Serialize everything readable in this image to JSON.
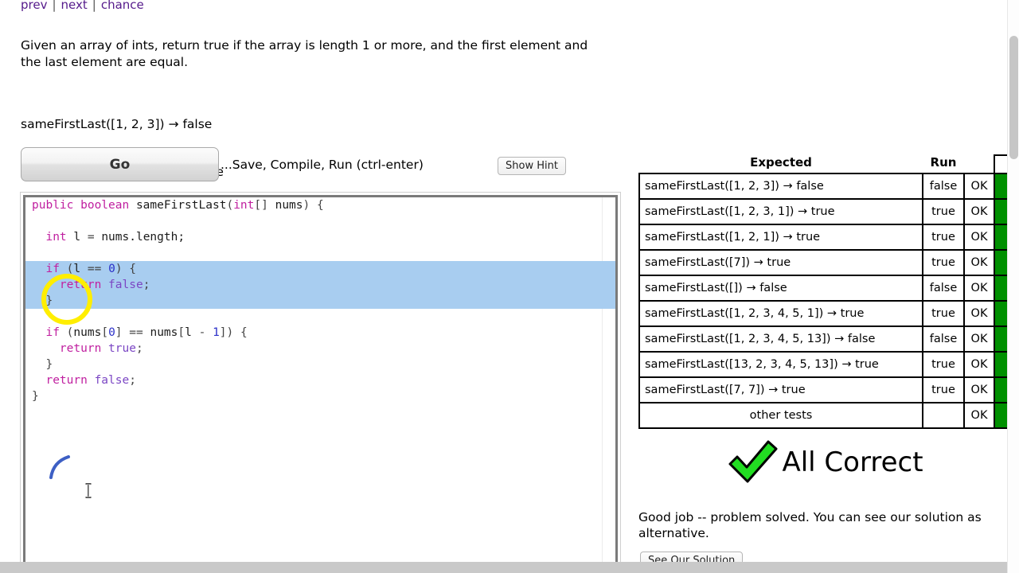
{
  "nav": {
    "links": [
      {
        "label": "prev"
      },
      {
        "label": "next"
      },
      {
        "label": "chance"
      }
    ],
    "separator": "|"
  },
  "problem": {
    "description": "Given an array of ints, return true if the array is length 1 or more, and the first element and the last element are equal.",
    "examples": [
      "sameFirstLast([1, 2, 3]) → false",
      "sameFirstLast([1, 2, 3, 1]) → true",
      "sameFirstLast([1, 2, 1]) → true"
    ]
  },
  "toolbar": {
    "go_label": "Go",
    "save_note": "...Save, Compile, Run (ctrl-enter)",
    "hint_label": "Show Hint"
  },
  "editor": {
    "lines": [
      {
        "selected": false,
        "tokens": [
          {
            "t": "public ",
            "c": "kw"
          },
          {
            "t": "boolean ",
            "c": "kw"
          },
          {
            "t": "sameFirstLast",
            "c": "id"
          },
          {
            "t": "(",
            "c": "op"
          },
          {
            "t": "int",
            "c": "typ"
          },
          {
            "t": "[] ",
            "c": "op"
          },
          {
            "t": "nums",
            "c": "id"
          },
          {
            "t": ") {",
            "c": "op"
          }
        ]
      },
      {
        "selected": false,
        "tokens": []
      },
      {
        "selected": false,
        "tokens": [
          {
            "t": "  ",
            "c": "op"
          },
          {
            "t": "int ",
            "c": "kw"
          },
          {
            "t": "l ",
            "c": "id"
          },
          {
            "t": "= ",
            "c": "op"
          },
          {
            "t": "nums.length;",
            "c": "id"
          }
        ]
      },
      {
        "selected": false,
        "tokens": []
      },
      {
        "selected": true,
        "tokens": [
          {
            "t": "  ",
            "c": "op"
          },
          {
            "t": "if ",
            "c": "kw"
          },
          {
            "t": "(",
            "c": "op"
          },
          {
            "t": "l ",
            "c": "id"
          },
          {
            "t": "== ",
            "c": "op"
          },
          {
            "t": "0",
            "c": "num"
          },
          {
            "t": ") {",
            "c": "op"
          }
        ]
      },
      {
        "selected": true,
        "tokens": [
          {
            "t": "    ",
            "c": "op"
          },
          {
            "t": "return ",
            "c": "kw"
          },
          {
            "t": "false",
            "c": "kw2"
          },
          {
            "t": ";",
            "c": "op"
          }
        ]
      },
      {
        "selected": true,
        "tokens": [
          {
            "t": "  }",
            "c": "op"
          }
        ]
      },
      {
        "selected": false,
        "tokens": []
      },
      {
        "selected": false,
        "tokens": [
          {
            "t": "  ",
            "c": "op"
          },
          {
            "t": "if ",
            "c": "kw"
          },
          {
            "t": "(",
            "c": "op"
          },
          {
            "t": "nums",
            "c": "id"
          },
          {
            "t": "[",
            "c": "op"
          },
          {
            "t": "0",
            "c": "num"
          },
          {
            "t": "] ",
            "c": "op"
          },
          {
            "t": "== ",
            "c": "op"
          },
          {
            "t": "nums",
            "c": "id"
          },
          {
            "t": "[",
            "c": "op"
          },
          {
            "t": "l ",
            "c": "id"
          },
          {
            "t": "- ",
            "c": "op"
          },
          {
            "t": "1",
            "c": "num"
          },
          {
            "t": "]) {",
            "c": "op"
          }
        ]
      },
      {
        "selected": false,
        "tokens": [
          {
            "t": "    ",
            "c": "op"
          },
          {
            "t": "return ",
            "c": "kw"
          },
          {
            "t": "true",
            "c": "kw2"
          },
          {
            "t": ";",
            "c": "op"
          }
        ]
      },
      {
        "selected": false,
        "tokens": [
          {
            "t": "  }",
            "c": "op"
          }
        ]
      },
      {
        "selected": false,
        "tokens": [
          {
            "t": "  ",
            "c": "op"
          },
          {
            "t": "return ",
            "c": "kw"
          },
          {
            "t": "false",
            "c": "kw2"
          },
          {
            "t": ";",
            "c": "op"
          }
        ]
      },
      {
        "selected": false,
        "tokens": [
          {
            "t": "}",
            "c": "op"
          }
        ]
      }
    ]
  },
  "results": {
    "headers": {
      "expected": "Expected",
      "run": "Run"
    },
    "rows": [
      {
        "expected": "sameFirstLast([1, 2, 3]) → false",
        "run": "false",
        "ok": "OK",
        "status_color": "#009000"
      },
      {
        "expected": "sameFirstLast([1, 2, 3, 1]) → true",
        "run": "true",
        "ok": "OK",
        "status_color": "#009000"
      },
      {
        "expected": "sameFirstLast([1, 2, 1]) → true",
        "run": "true",
        "ok": "OK",
        "status_color": "#009000"
      },
      {
        "expected": "sameFirstLast([7]) → true",
        "run": "true",
        "ok": "OK",
        "status_color": "#009000"
      },
      {
        "expected": "sameFirstLast([]) → false",
        "run": "false",
        "ok": "OK",
        "status_color": "#009000"
      },
      {
        "expected": "sameFirstLast([1, 2, 3, 4, 5, 1]) → true",
        "run": "true",
        "ok": "OK",
        "status_color": "#009000"
      },
      {
        "expected": "sameFirstLast([1, 2, 3, 4, 5, 13]) → false",
        "run": "false",
        "ok": "OK",
        "status_color": "#009000"
      },
      {
        "expected": "sameFirstLast([13, 2, 3, 4, 5, 13]) → true",
        "run": "true",
        "ok": "OK",
        "status_color": "#009000"
      },
      {
        "expected": "sameFirstLast([7, 7]) → true",
        "run": "true",
        "ok": "OK",
        "status_color": "#009000"
      },
      {
        "expected": "other tests",
        "run": "",
        "ok": "OK",
        "status_color": "#009000"
      }
    ]
  },
  "verdict": {
    "icon": "check-mark-icon",
    "label": "All Correct",
    "note": "Good job -- problem solved. You can see our solution as alternative.",
    "solution_button": "See Our Solution",
    "accent_color": "#22dd22"
  }
}
